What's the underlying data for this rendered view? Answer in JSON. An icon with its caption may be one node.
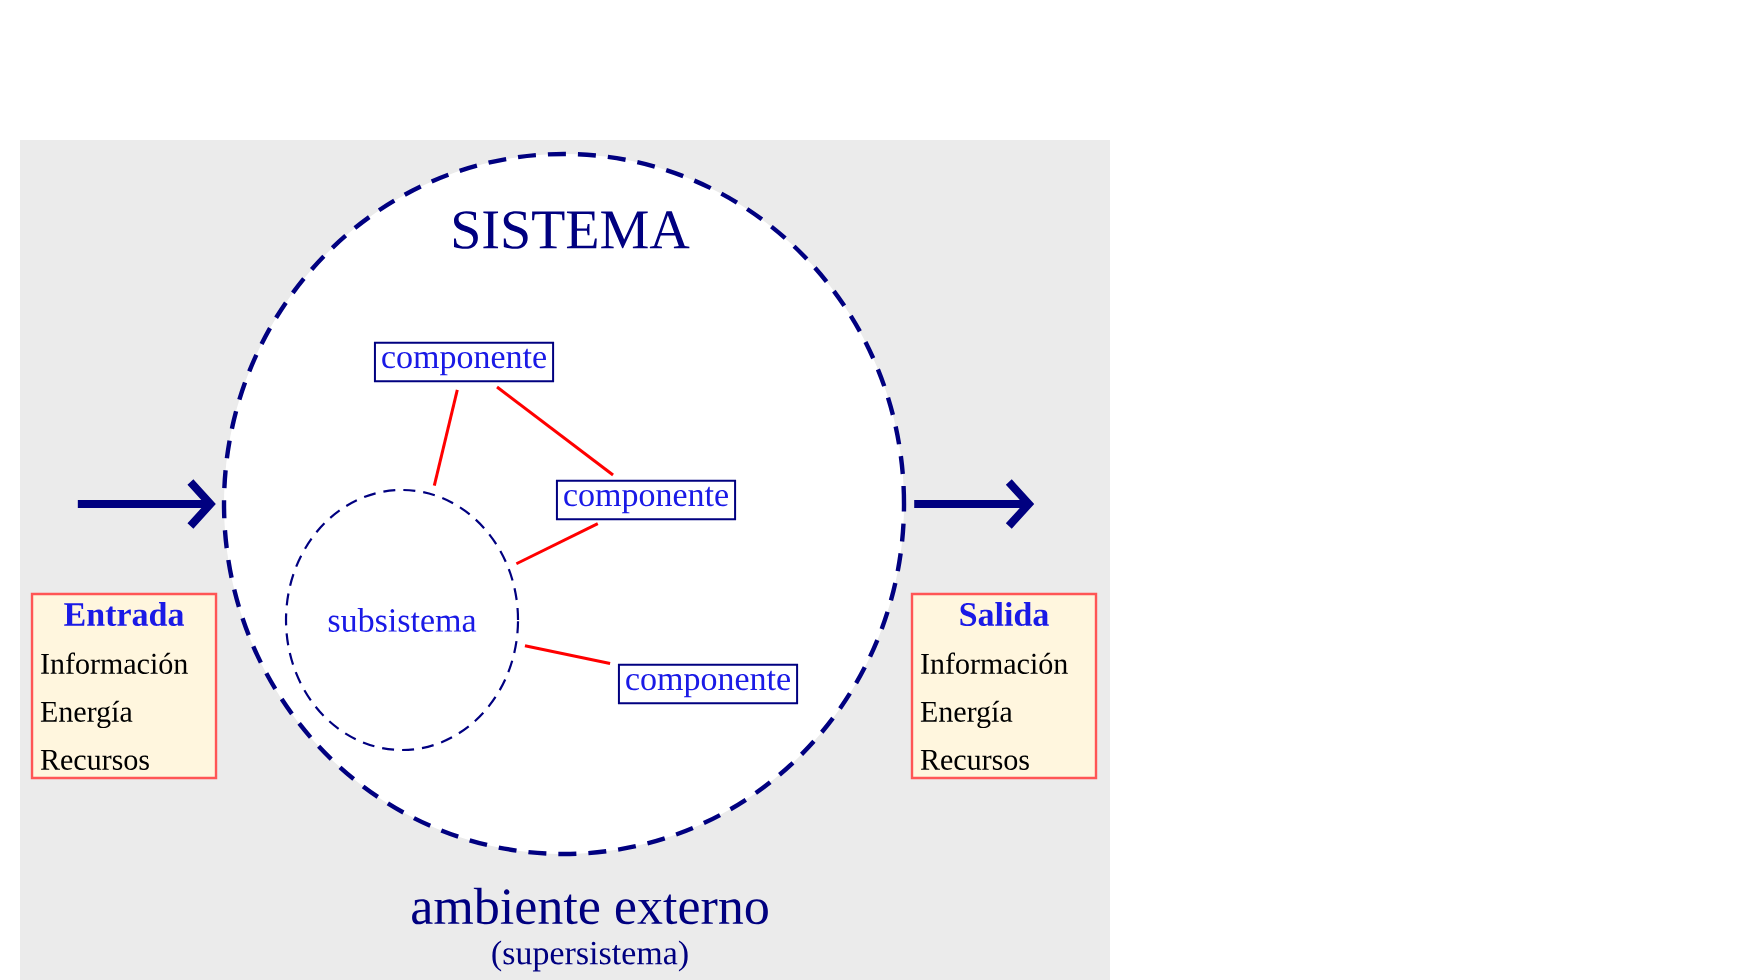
{
  "diagram": {
    "nodes": [
      {
        "text": [
          "SISTEMA"
        ]
      },
      {
        "text": [
          "componente"
        ],
        "in": 0
      },
      {
        "text": [
          "componente"
        ],
        "in": 0
      },
      {
        "text": [
          "subsistema"
        ],
        "in": 0
      },
      {
        "text": [
          "componente"
        ],
        "in": 0
      },
      {
        "text": [
          "Entrada",
          "Información",
          "Energía",
          "Recursos"
        ]
      },
      {
        "text": [
          "Salida",
          "Información",
          "Energía",
          "Recursos"
        ]
      }
    ],
    "edges": [
      {
        "from": null,
        "to": 0,
        "arrow": "to",
        "style": "thick",
        "color": "#000080"
      },
      {
        "from": 0,
        "to": null,
        "arrow": "to",
        "style": "thick",
        "color": "#000080"
      },
      {
        "from": 1,
        "to": 2,
        "arrow": "none"
      },
      {
        "from": 1,
        "to": 3,
        "arrow": "none"
      },
      {
        "from": 2,
        "to": 3,
        "arrow": "none"
      },
      {
        "from": 3,
        "to": 4,
        "arrow": "none"
      }
    ],
    "labels": [
      "ambiente externo",
      "(supersistema)"
    ]
  }
}
